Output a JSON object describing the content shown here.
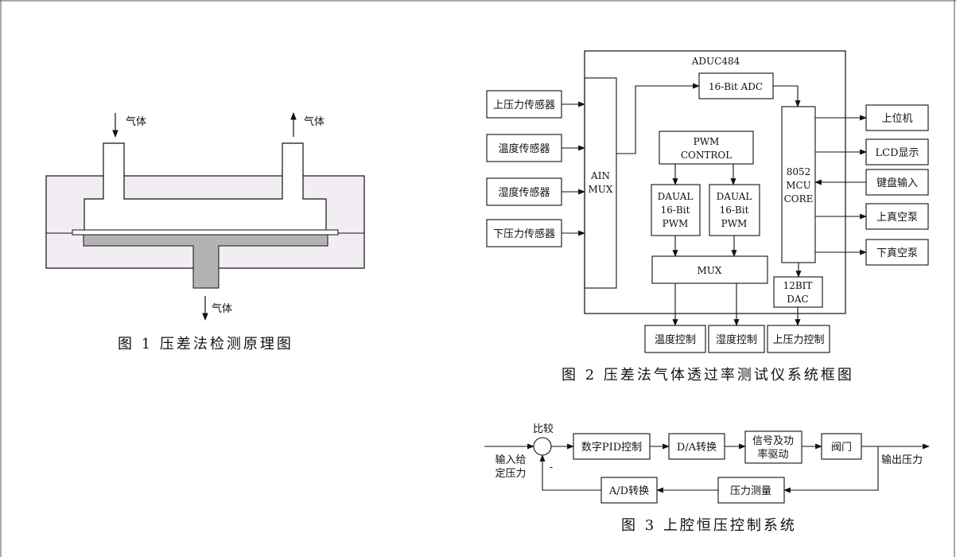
{
  "colors": {
    "line": "#111111",
    "chamber_fill": "#f2ecf3",
    "membrane_fill": "#b3b3b3",
    "background": "#ffffff"
  },
  "fig1": {
    "caption": "图 1   压差法检测原理图",
    "gas_in_label": "气体",
    "gas_out_label": "气体",
    "gas_bottom_label": "气体"
  },
  "fig2": {
    "caption": "图 2   压差法气体透过率测试仪系统框图",
    "chip_label": "ADUC484",
    "sensors": [
      "上压力传感器",
      "温度传感器",
      "湿度传感器",
      "下压力传感器"
    ],
    "ain_mux": [
      "AIN",
      "MUX"
    ],
    "adc": "16-Bit  ADC",
    "pwm_control": [
      "PWM",
      "CONTROL"
    ],
    "pwm_blocks": [
      [
        "DAUAL",
        "16-Bit",
        "PWM"
      ],
      [
        "DAUAL",
        "16-Bit",
        "PWM"
      ]
    ],
    "mux": "MUX",
    "mcu": [
      "8052",
      "MCU",
      "CORE"
    ],
    "dac": [
      "12BIT",
      "DAC"
    ],
    "right_io": [
      "上位机",
      "LCD显示",
      "键盘输入",
      "上真空泵",
      "下真空泵"
    ],
    "outputs": [
      "温度控制",
      "湿度控制",
      "上压力控制"
    ]
  },
  "fig3": {
    "caption": "图 3   上腔恒压控制系统",
    "compare_label": "比较",
    "input_label": [
      "输入给",
      "定压力"
    ],
    "minus_sign": "-",
    "pid": "数字PID控制",
    "da": "D/A转换",
    "driver": [
      "信号及功",
      "率驱动"
    ],
    "valve": "阀门",
    "output_label": "输出压力",
    "measure": "压力测量",
    "ad": "A/D转换"
  }
}
